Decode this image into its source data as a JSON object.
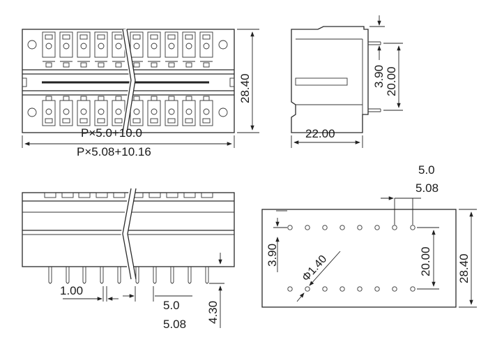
{
  "views": {
    "top": {
      "width_formula_1": "P×5.0+10.0",
      "width_formula_2": "P×5.08+10.16",
      "height": "28.40"
    },
    "side": {
      "depth": "22.00",
      "offset": "3.90",
      "span": "20.00"
    },
    "front": {
      "pin_width": "1.00",
      "pitch_1": "5.0",
      "pitch_2": "5.08",
      "pin_length": "4.30"
    },
    "pcb": {
      "pitch_1": "5.0",
      "pitch_2": "5.08",
      "offset": "3.90",
      "hole_diameter": "Φ1.40",
      "row_span": "20.00",
      "height": "28.40"
    }
  }
}
